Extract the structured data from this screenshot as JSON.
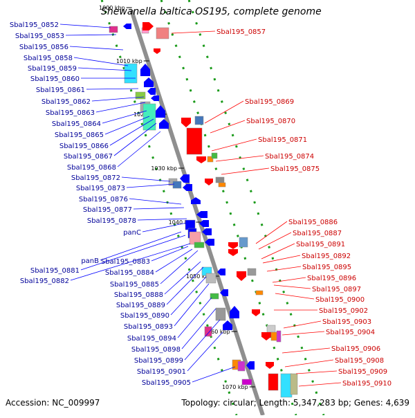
{
  "title": "Shewanella baltica OS195, complete genome",
  "footer": {
    "accession": "Accession: NC_009997",
    "summary": "Topology: circular; Length: 5,347,283 bp; Genes: 4,639"
  },
  "colors": {
    "backbone": "#8f8f8f",
    "forward": "#ff0000",
    "reverse": "#0000ff",
    "forward_label": "#cc0000",
    "reverse_label": "#000099",
    "tick": "#1a9a1a"
  },
  "ruler": [
    "1000 kbp",
    "1010 kbp",
    "1020 kbp",
    "1030 kbp",
    "1040 kbp",
    "1050 kbp",
    "1060 kbp",
    "1070 kbp"
  ],
  "reverse_genes": [
    "Sbal195_0852",
    "Sbal195_0853",
    "Sbal195_0856",
    "Sbal195_0858",
    "Sbal195_0859",
    "Sbal195_0860",
    "Sbal195_0861",
    "Sbal195_0862",
    "Sbal195_0863",
    "Sbal195_0864",
    "Sbal195_0865",
    "Sbal195_0866",
    "Sbal195_0867",
    "Sbal195_0868",
    "Sbal195_0872",
    "Sbal195_0873",
    "Sbal195_0876",
    "Sbal195_0877",
    "Sbal195_0878",
    "panC",
    "panB",
    "Sbal195_0881",
    "Sbal195_0882",
    "Sbal195_0883",
    "Sbal195_0884",
    "Sbal195_0885",
    "Sbal195_0888",
    "Sbal195_0889",
    "Sbal195_0890",
    "Sbal195_0893",
    "Sbal195_0894",
    "Sbal195_0898",
    "Sbal195_0899",
    "Sbal195_0901",
    "Sbal195_0905"
  ],
  "forward_genes": [
    "Sbal195_0857",
    "Sbal195_0869",
    "Sbal195_0870",
    "Sbal195_0871",
    "Sbal195_0874",
    "Sbal195_0875",
    "Sbal195_0886",
    "Sbal195_0887",
    "Sbal195_0891",
    "Sbal195_0892",
    "Sbal195_0895",
    "Sbal195_0896",
    "Sbal195_0897",
    "Sbal195_0900",
    "Sbal195_0902",
    "Sbal195_0903",
    "Sbal195_0904",
    "Sbal195_0906",
    "Sbal195_0908",
    "Sbal195_0909",
    "Sbal195_0910"
  ]
}
